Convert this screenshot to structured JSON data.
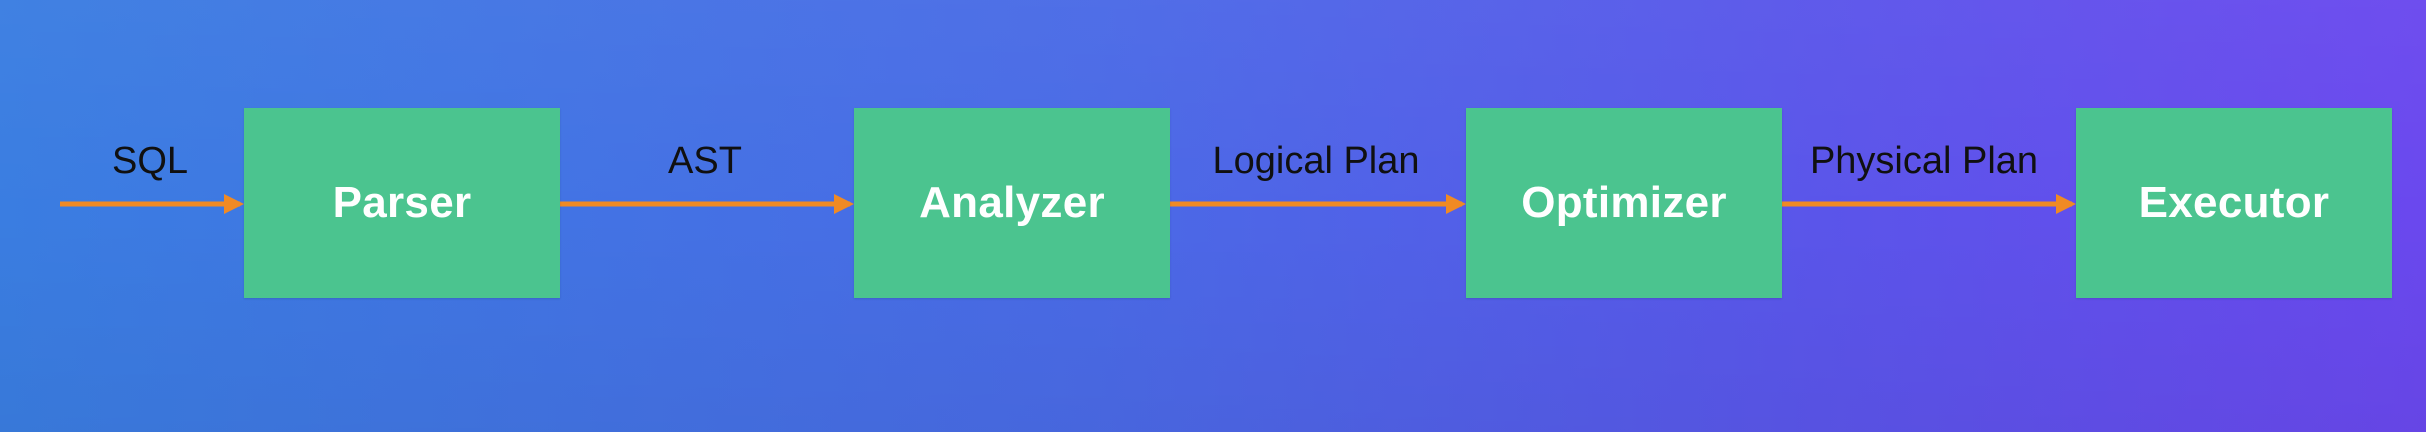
{
  "colors": {
    "box_fill": "#4bc48f",
    "arrow": "#f08a24",
    "label_text": "#101010",
    "box_text": "#ffffff"
  },
  "stages": [
    {
      "label": "Parser"
    },
    {
      "label": "Analyzer"
    },
    {
      "label": "Optimizer"
    },
    {
      "label": "Executor"
    }
  ],
  "edges": [
    {
      "label": "SQL"
    },
    {
      "label": "AST"
    },
    {
      "label": "Logical Plan"
    },
    {
      "label": "Physical Plan"
    }
  ]
}
